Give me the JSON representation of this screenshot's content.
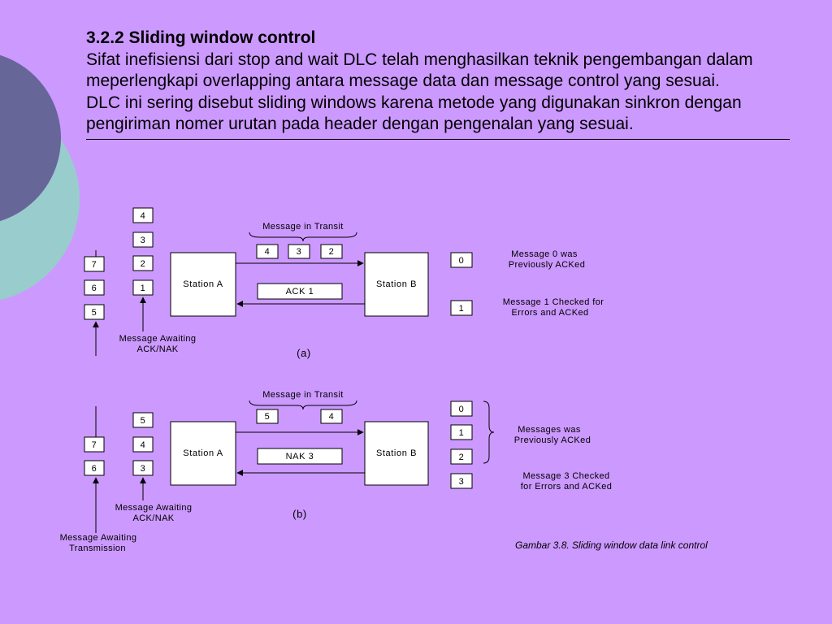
{
  "slide": {
    "heading": "3.2.2 Sliding window control",
    "paragraph1": "Sifat inefisiensi dari stop and wait DLC telah menghasilkan teknik pengembangan dalam meperlengkapi overlapping antara message data dan message control yang sesuai.",
    "paragraph2": "DLC ini sering disebut sliding windows karena metode yang digunakan sinkron dengan pengiriman nomer urutan pada header dengan pengenalan yang sesuai.",
    "caption": "Gambar 3.8. Sliding window data link control",
    "colors": {
      "background": "#cc99ff",
      "circle_dark": "#666699",
      "circle_light": "#99cccc"
    }
  },
  "diagram_a": {
    "label": "(a)",
    "station_a": "Station A",
    "station_b": "Station B",
    "transit_label": "Message in Transit",
    "transit": [
      "4",
      "3",
      "2"
    ],
    "ack": "ACK 1",
    "queue_left": [
      "7",
      "6",
      "5"
    ],
    "queue_mid": [
      "4",
      "3",
      "2",
      "1"
    ],
    "awaiting_ack": [
      "Message Awaiting",
      "ACK/NAK"
    ],
    "received": [
      "0",
      "1"
    ],
    "note0": [
      "Message 0 was",
      "Previously ACKed"
    ],
    "note1": [
      "Message 1 Checked for",
      "Errors and ACKed"
    ]
  },
  "diagram_b": {
    "label": "(b)",
    "station_a": "Station A",
    "station_b": "Station B",
    "transit_label": "Message in Transit",
    "transit": [
      "5",
      "4"
    ],
    "nak": "NAK 3",
    "queue_left": [
      "7",
      "6"
    ],
    "queue_mid": [
      "5",
      "4",
      "3"
    ],
    "awaiting_ack": [
      "Message Awaiting",
      "ACK/NAK"
    ],
    "awaiting_tx": [
      "Message Awaiting",
      "Transmission"
    ],
    "received": [
      "0",
      "1",
      "2",
      "3"
    ],
    "note_group": [
      "Messages was",
      "Previously ACKed"
    ],
    "note3": [
      "Message 3 Checked",
      "for Errors and ACKed"
    ]
  }
}
